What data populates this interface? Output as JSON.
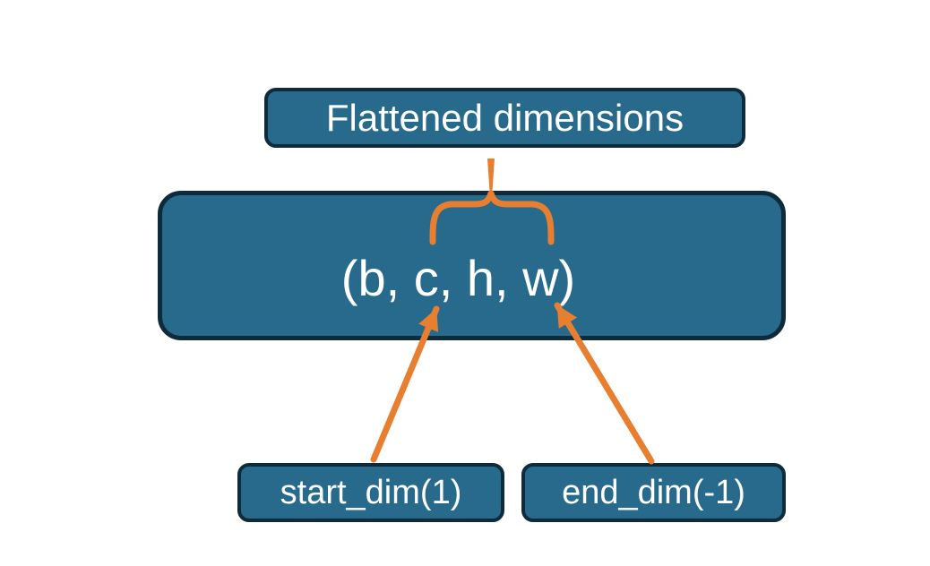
{
  "diagram": {
    "title_label": "Flattened dimensions",
    "tensor_shape_label": "(b, c, h, w)",
    "start_dim_label": "start_dim(1)",
    "end_dim_label": "end_dim(-1)"
  },
  "colors": {
    "box_fill": "#276a8c",
    "box_border": "#0d2b3a",
    "accent": "#e87e30",
    "text": "#ffffff",
    "background": "#ffffff"
  }
}
